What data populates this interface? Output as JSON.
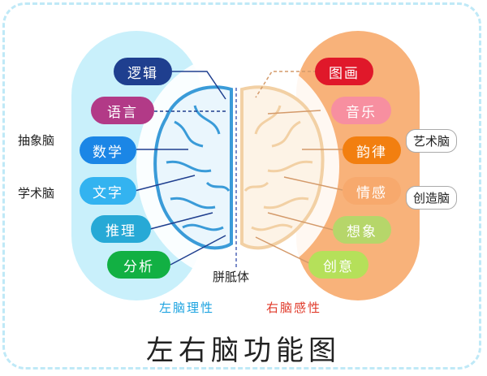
{
  "left_items": [
    {
      "label": "逻辑",
      "color": "#1f3f8f"
    },
    {
      "label": "语言",
      "color": "#b23a87"
    },
    {
      "label": "数学",
      "color": "#1b86e6"
    },
    {
      "label": "文字",
      "color": "#33b3f0"
    },
    {
      "label": "推理",
      "color": "#27a9d6"
    },
    {
      "label": "分析",
      "color": "#12b043"
    }
  ],
  "right_items": [
    {
      "label": "图画",
      "color": "#e0182a"
    },
    {
      "label": "音乐",
      "color": "#f78fa0"
    },
    {
      "label": "韵律",
      "color": "#f27f10"
    },
    {
      "label": "情感",
      "color": "#f7a96d"
    },
    {
      "label": "想象",
      "color": "#b6d66a"
    },
    {
      "label": "创意",
      "color": "#b5e05a"
    }
  ],
  "left_side_labels": [
    "抽象脑",
    "学术脑"
  ],
  "right_side_labels": [
    "艺术脑",
    "创造脑"
  ],
  "corpus_callosum": "胼胝体",
  "left_caption": "左脑理性",
  "right_caption": "右脑感性",
  "title": "左右脑功能图",
  "colors": {
    "left_panel": "#c9f0fb",
    "right_panel": "#f8b27a",
    "left_brain": "#3a9bd8",
    "right_brain": "#f2d0a4",
    "left_caption": "#1ca3e0",
    "right_caption": "#e03a2a"
  }
}
